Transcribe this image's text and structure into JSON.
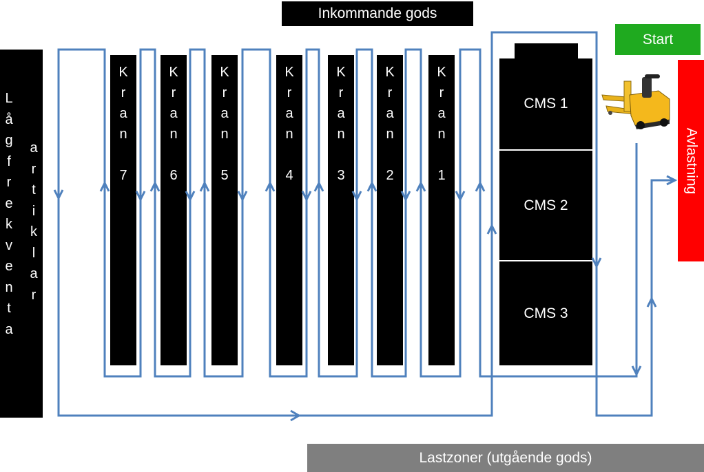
{
  "header": {
    "incoming_label": "Inkommande gods"
  },
  "start": {
    "label": "Start"
  },
  "unloading": {
    "label": "Avlastning"
  },
  "loading_zones": {
    "label": "Lastzoner (utgående gods)"
  },
  "low_freq": {
    "col1": "Lågfrekventa",
    "col2": "artiklar"
  },
  "cranes": [
    {
      "word": "Kran",
      "number": "7"
    },
    {
      "word": "Kran",
      "number": "6"
    },
    {
      "word": "Kran",
      "number": "5"
    },
    {
      "word": "Kran",
      "number": "4"
    },
    {
      "word": "Kran",
      "number": "3"
    },
    {
      "word": "Kran",
      "number": "2"
    },
    {
      "word": "Kran",
      "number": "1"
    }
  ],
  "cms": [
    {
      "label": "CMS 1"
    },
    {
      "label": "CMS 2"
    },
    {
      "label": "CMS 3"
    }
  ],
  "colors": {
    "flow_line": "#4f81bd",
    "start": "#1faa1f",
    "unloading": "#ff0000",
    "loading_zones": "#7f7f7f",
    "blocks": "#000000"
  },
  "icons": {
    "forklift": "pallet-truck-icon"
  }
}
